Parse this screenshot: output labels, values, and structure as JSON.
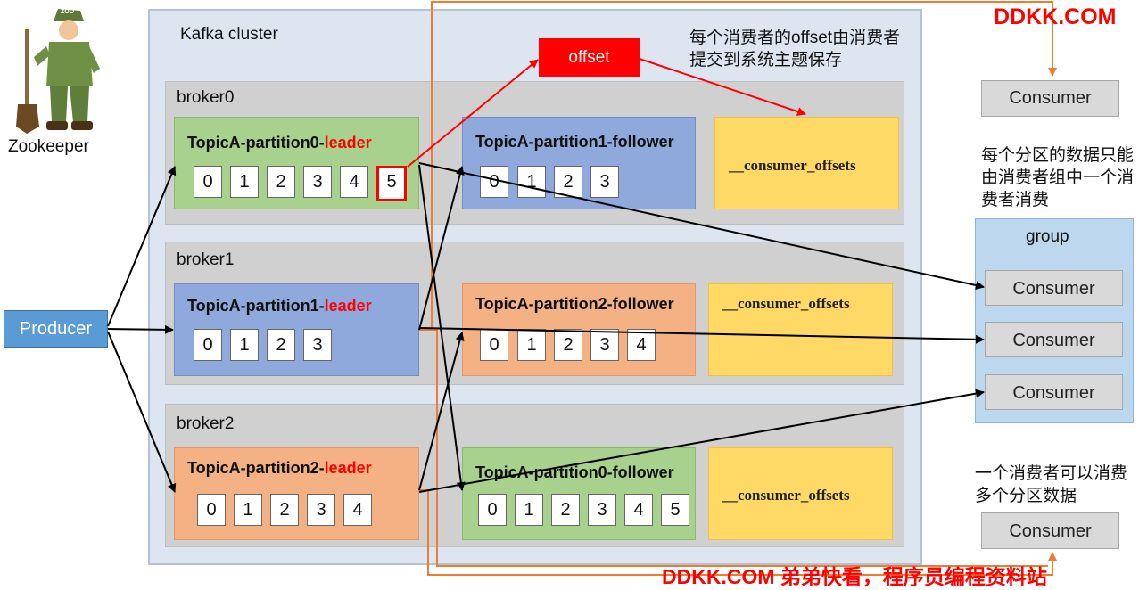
{
  "zookeeper": {
    "label": "Zookeeper",
    "hat_text": "ZOO"
  },
  "cluster": {
    "title": "Kafka cluster"
  },
  "producer": {
    "label": "Producer"
  },
  "offset_box": {
    "label": "offset"
  },
  "notes": {
    "offset_note": "每个消费者的offset由消费者提交到系统主题保存",
    "partition_note": "每个分区的数据只能由消费者组中一个消费者消费",
    "multi_note": "一个消费者可以消费多个分区数据"
  },
  "brokers": [
    {
      "name": "broker0",
      "leader": {
        "title": "TopicA-partition0-",
        "tag": "leader",
        "cells": [
          "0",
          "1",
          "2",
          "3",
          "4",
          "5"
        ]
      },
      "follower": {
        "title": "TopicA-partition1-follower",
        "cells": [
          "0",
          "1",
          "2",
          "3"
        ]
      },
      "offsets": "__consumer_offsets"
    },
    {
      "name": "broker1",
      "leader": {
        "title": "TopicA-partition1-",
        "tag": "leader",
        "cells": [
          "0",
          "1",
          "2",
          "3"
        ]
      },
      "follower": {
        "title": "TopicA-partition2-follower",
        "cells": [
          "0",
          "1",
          "2",
          "3",
          "4"
        ]
      },
      "offsets": "__consumer_offsets"
    },
    {
      "name": "broker2",
      "leader": {
        "title": "TopicA-partition2-",
        "tag": "leader",
        "cells": [
          "0",
          "1",
          "2",
          "3",
          "4"
        ]
      },
      "follower": {
        "title": "TopicA-partition0-follower",
        "cells": [
          "0",
          "1",
          "2",
          "3",
          "4",
          "5"
        ]
      },
      "offsets": "__consumer_offsets"
    }
  ],
  "group": {
    "label": "group",
    "consumers": [
      "Consumer",
      "Consumer",
      "Consumer"
    ]
  },
  "consumer_top": "Consumer",
  "consumer_bottom": "Consumer",
  "watermark_top": "DDKK.COM",
  "watermark_bottom": "DDKK.COM 弟弟快看，程序员编程资料站",
  "colors": {
    "accent_red": "#ff0000",
    "orange_line": "#ed7d31",
    "producer_blue": "#5b9bd5",
    "group_blue": "#bdd7ee"
  }
}
